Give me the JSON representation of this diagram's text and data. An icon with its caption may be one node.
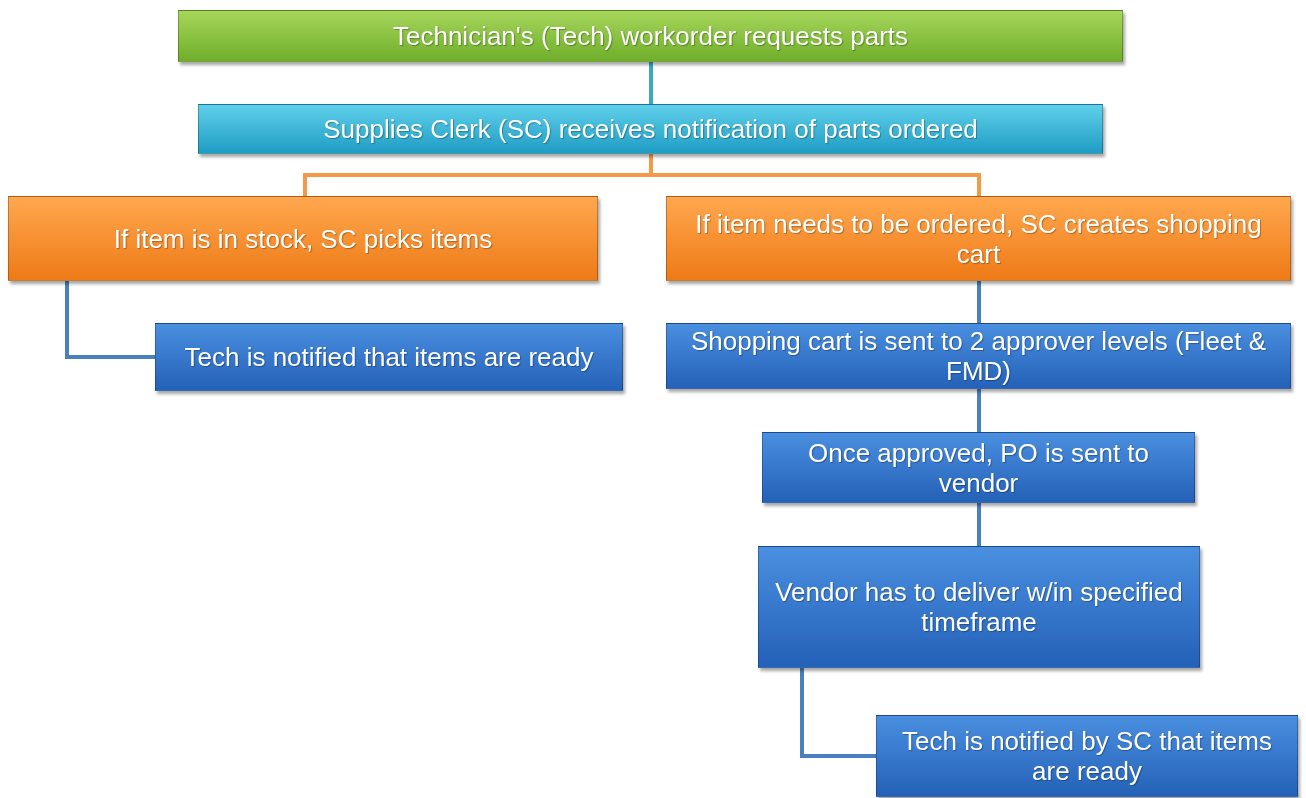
{
  "diagram": {
    "nodes": [
      {
        "text": [
          "Technician's (Tech) workorder requests parts"
        ]
      },
      {
        "text": [
          "Supplies Clerk (SC) receives notification of parts ordered"
        ]
      },
      {
        "text": [
          "If item is in stock, SC picks items"
        ]
      },
      {
        "text": [
          "If item needs to be ordered, SC creates shopping cart"
        ]
      },
      {
        "text": [
          "Tech is notified that items are ready"
        ]
      },
      {
        "text": [
          "Shopping cart is sent to 2 approver levels (Fleet & FMD)"
        ]
      },
      {
        "text": [
          "Once approved, PO is sent to vendor"
        ]
      },
      {
        "text": [
          "Vendor has to deliver w/in specified timeframe"
        ]
      },
      {
        "text": [
          "Tech is notified by SC that items are ready"
        ]
      }
    ],
    "edges": [
      {
        "from": 0,
        "to": 1,
        "arrow": "none",
        "color": "#3ba8c0"
      },
      {
        "from": 1,
        "to": 2,
        "arrow": "none",
        "color": "#f39a4a"
      },
      {
        "from": 1,
        "to": 3,
        "arrow": "none",
        "color": "#f39a4a"
      },
      {
        "from": 2,
        "to": 4,
        "arrow": "none"
      },
      {
        "from": 3,
        "to": 5,
        "arrow": "none"
      },
      {
        "from": 5,
        "to": 6,
        "arrow": "none"
      },
      {
        "from": 6,
        "to": 7,
        "arrow": "none"
      },
      {
        "from": 7,
        "to": 8,
        "arrow": "none"
      }
    ]
  }
}
